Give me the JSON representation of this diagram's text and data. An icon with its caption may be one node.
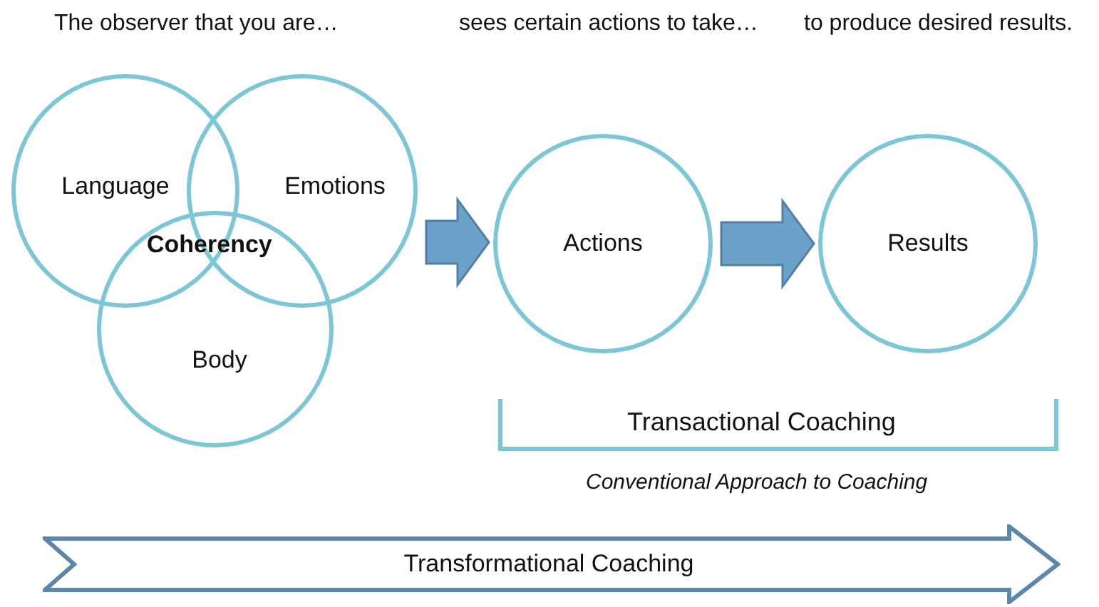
{
  "diagram": {
    "nodes": [
      {
        "text": [
          "Language"
        ]
      },
      {
        "text": [
          "Emotions"
        ]
      },
      {
        "text": [
          "Body"
        ]
      },
      {
        "text": [
          "Actions"
        ]
      },
      {
        "text": [
          "Results"
        ]
      },
      {
        "text": [
          "Transformational Coaching"
        ]
      }
    ],
    "edges": [
      {
        "from": 1,
        "to": 3,
        "arrow": "to",
        "style": "thick"
      },
      {
        "from": 3,
        "to": 4,
        "arrow": "to",
        "style": "thick"
      }
    ],
    "labels": [
      "The observer that you are…",
      "sees certain actions to take…",
      "to produce desired results.",
      "Coherency",
      "Transactional Coaching",
      "Conventional Approach to Coaching"
    ]
  }
}
